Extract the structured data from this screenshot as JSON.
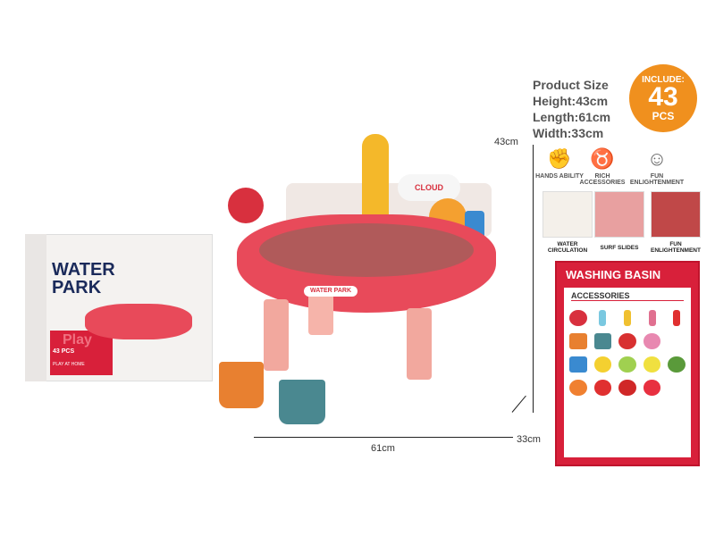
{
  "specs": {
    "title": "Product Size",
    "height": "Height:43cm",
    "length": "Length:61cm",
    "width": "Width:33cm"
  },
  "badge": {
    "line1": "INCLUDE:",
    "count": "43",
    "unit": "PCS",
    "color": "#f0901e"
  },
  "features": [
    {
      "icon": "hand-icon",
      "label": "HANDS ABILITY"
    },
    {
      "icon": "cow-icon",
      "label": "RICH ACCESSORIES"
    },
    {
      "icon": "smile-face-icon",
      "label": "FUN ENLIGHTENMENT"
    }
  ],
  "thumbnails": [
    {
      "label": "WATER CIRCULATION"
    },
    {
      "label": "SURF SLIDES"
    },
    {
      "label": "FUN ENLIGHTENMENT"
    }
  ],
  "panel": {
    "title": "WASHING BASIN",
    "subtitle": "ACCESSORIES",
    "color": "#d8203a"
  },
  "dimensions": {
    "height": "43cm",
    "length": "61cm",
    "width": "33cm"
  },
  "box": {
    "title_line1": "WATER",
    "title_line2": "PARK",
    "pieces": "43 PCS",
    "tagline": "PLAY AT HOME",
    "play": "Play"
  },
  "product": {
    "tub_label": "WATER PARK",
    "cloud_label": "CLOUD"
  }
}
